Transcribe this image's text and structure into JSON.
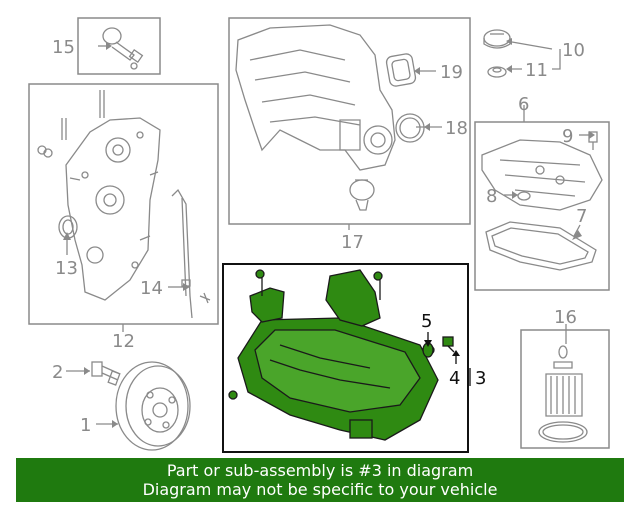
{
  "diagram": {
    "callouts": {
      "c1": "1",
      "c2": "2",
      "c3": "3",
      "c4": "4",
      "c5": "5",
      "c6": "6",
      "c7": "7",
      "c8": "8",
      "c9": "9",
      "c10": "10",
      "c11": "11",
      "c12": "12",
      "c13": "13",
      "c14": "14",
      "c15": "15",
      "c16": "16",
      "c17": "17",
      "c18": "18",
      "c19": "19"
    },
    "highlight_color": "#2f8a12",
    "line_color": "#8a8a8a"
  },
  "banner": {
    "line1": "Part or sub-assembly is #3 in diagram",
    "line2": "Diagram may not be specific to your vehicle",
    "background": "#1f7a0f"
  }
}
